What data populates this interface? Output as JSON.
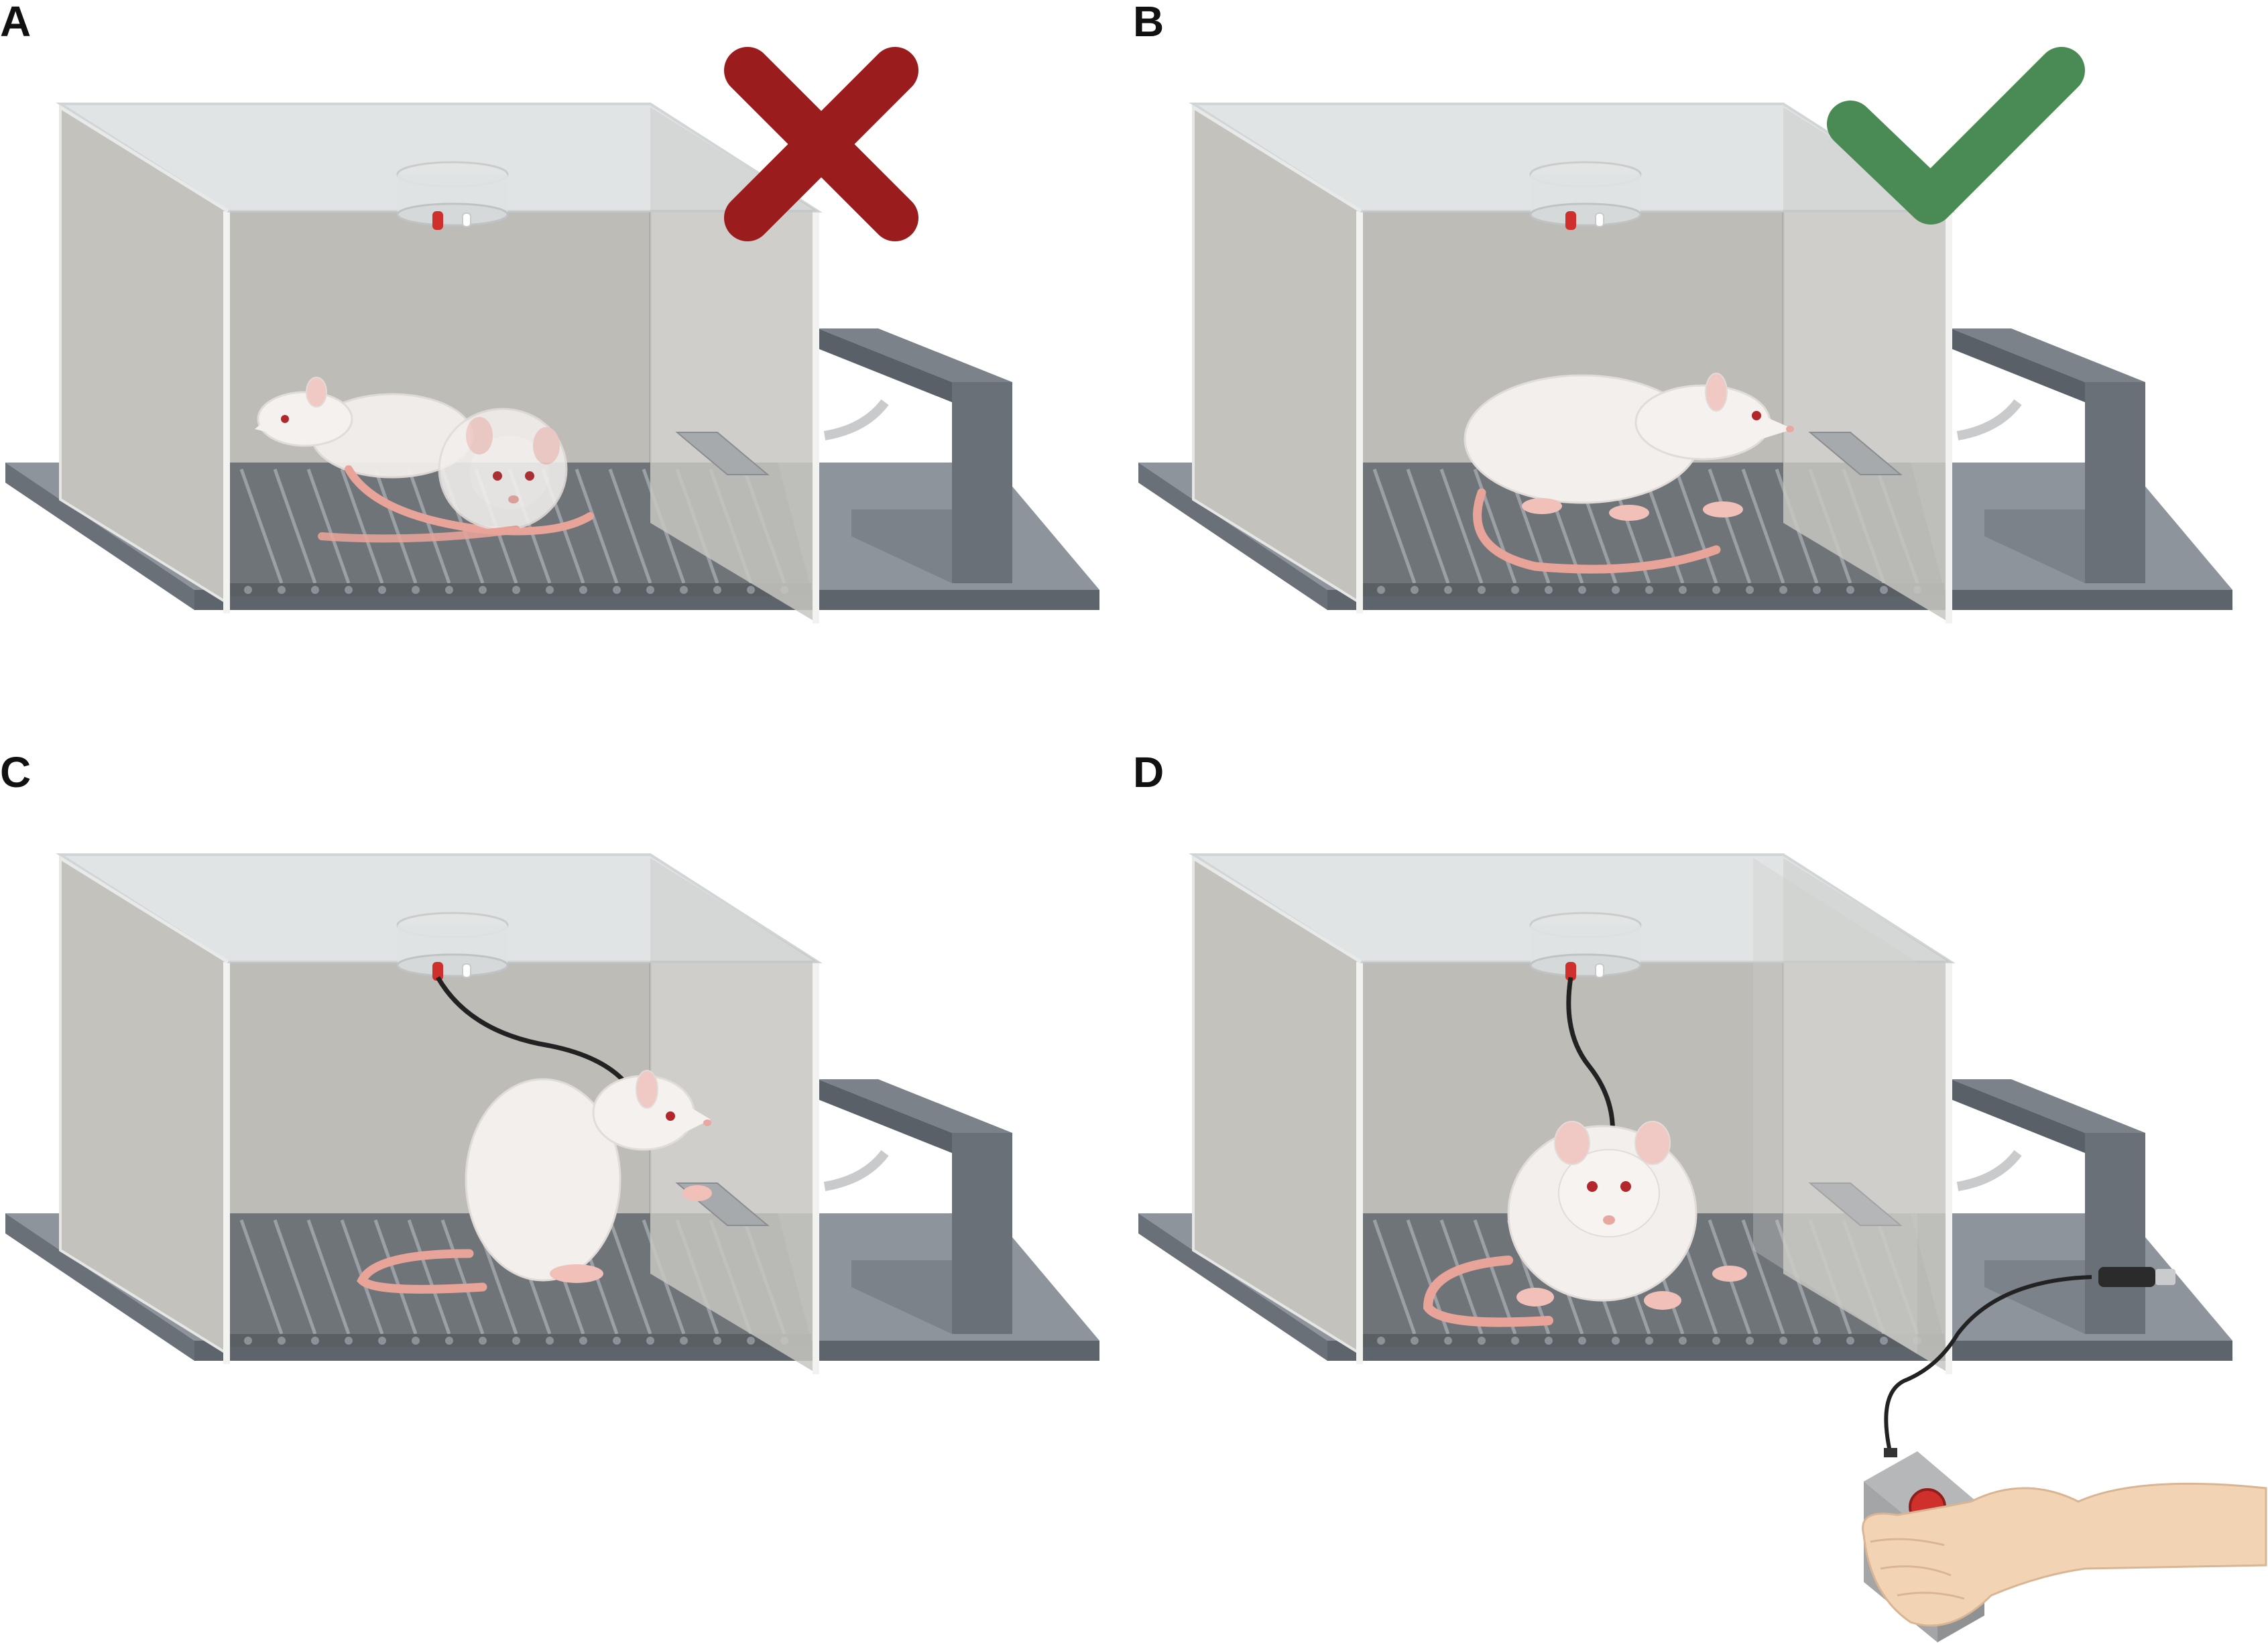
{
  "panels": [
    {
      "label": "A",
      "marker": "cross-mark",
      "scene": "two-rats-in-chamber"
    },
    {
      "label": "B",
      "marker": "check-mark",
      "scene": "single-rat-in-chamber"
    },
    {
      "label": "C",
      "marker": "",
      "scene": "tethered-rat-pressing-lever"
    },
    {
      "label": "D",
      "marker": "",
      "scene": "tethered-rat-with-handheld-switch"
    }
  ],
  "colors": {
    "cross": "#9b1c1c",
    "check": "#4a8a55",
    "base": "#8e949c",
    "base_dark": "#5e646c",
    "wall": "#c7c6c1",
    "floor": "#6f7479",
    "rat": "#f2efec",
    "tail": "#e9a49a",
    "cable": "#222222",
    "led": "#d0302c"
  }
}
